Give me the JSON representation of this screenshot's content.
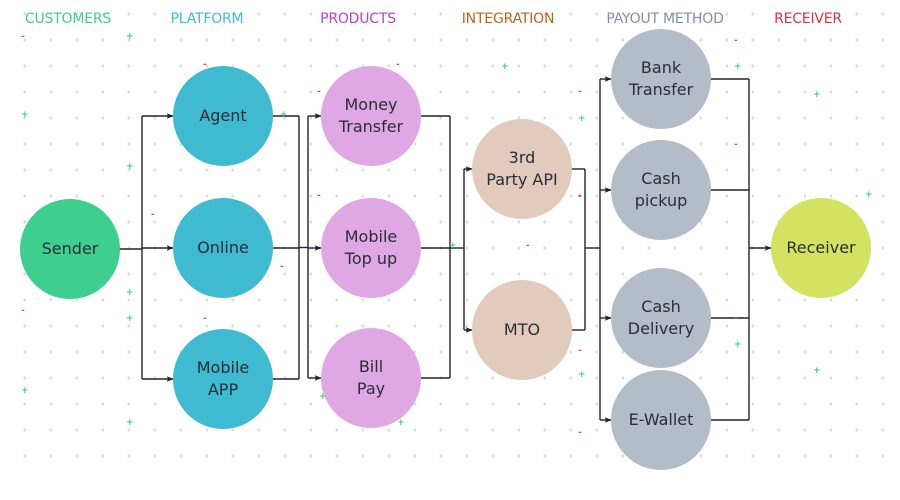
{
  "diagram": {
    "title": "Money transfer flow",
    "columns": [
      {
        "id": "customers",
        "label": "CUSTOMERS",
        "color": "#3ecf8e"
      },
      {
        "id": "platform",
        "label": "PLATFORM",
        "color": "#40bcd0"
      },
      {
        "id": "products",
        "label": "PRODUCTS",
        "color": "#c03fc8"
      },
      {
        "id": "integration",
        "label": "INTEGRATION",
        "color": "#b8651e"
      },
      {
        "id": "payout",
        "label": "PAYOUT METHOD",
        "color": "#8090a8"
      },
      {
        "id": "receiver",
        "label": "RECEIVER",
        "color": "#e0323c"
      }
    ],
    "nodes": [
      {
        "id": "sender",
        "label": "Sender",
        "column": "customers",
        "color": "#3ecf8e"
      },
      {
        "id": "agent",
        "label": "Agent",
        "column": "platform",
        "color": "#40bad0"
      },
      {
        "id": "online",
        "label": "Online",
        "column": "platform",
        "color": "#40bad0"
      },
      {
        "id": "mobile-app",
        "label": "Mobile\nAPP",
        "column": "platform",
        "color": "#40bad0"
      },
      {
        "id": "money-transfer",
        "label": "Money\nTransfer",
        "column": "products",
        "color": "#dfa8e4"
      },
      {
        "id": "mobile-top-up",
        "label": "Mobile\nTop up",
        "column": "products",
        "color": "#dfa8e4"
      },
      {
        "id": "bill-pay",
        "label": "Bill\nPay",
        "column": "products",
        "color": "#dfa8e4"
      },
      {
        "id": "third-party-api",
        "label": "3rd\nParty API",
        "column": "integration",
        "color": "#e2cbbd"
      },
      {
        "id": "mto",
        "label": "MTO",
        "column": "integration",
        "color": "#e2cbbd"
      },
      {
        "id": "bank-transfer",
        "label": "Bank\nTransfer",
        "column": "payout",
        "color": "#b4bcc8"
      },
      {
        "id": "cash-pickup",
        "label": "Cash\npickup",
        "column": "payout",
        "color": "#b4bcc8"
      },
      {
        "id": "cash-delivery",
        "label": "Cash\nDelivery",
        "column": "payout",
        "color": "#b4bcc8"
      },
      {
        "id": "e-wallet",
        "label": "E-Wallet",
        "column": "payout",
        "color": "#b4bcc8"
      },
      {
        "id": "receiver",
        "label": "Receiver",
        "column": "receiver",
        "color": "#d4e262"
      }
    ],
    "edges": [
      {
        "from": [
          "sender"
        ],
        "to": [
          "agent",
          "online",
          "mobile-app"
        ]
      },
      {
        "from": [
          "agent",
          "online",
          "mobile-app"
        ],
        "to": [
          "money-transfer",
          "mobile-top-up",
          "bill-pay"
        ]
      },
      {
        "from": [
          "money-transfer",
          "mobile-top-up",
          "bill-pay"
        ],
        "to": [
          "third-party-api",
          "mto"
        ]
      },
      {
        "from": [
          "third-party-api",
          "mto"
        ],
        "to": [
          "bank-transfer",
          "cash-pickup",
          "cash-delivery",
          "e-wallet"
        ]
      },
      {
        "from": [
          "bank-transfer",
          "cash-pickup",
          "cash-delivery",
          "e-wallet"
        ],
        "to": [
          "receiver"
        ]
      }
    ],
    "line_color": "#22222e"
  }
}
